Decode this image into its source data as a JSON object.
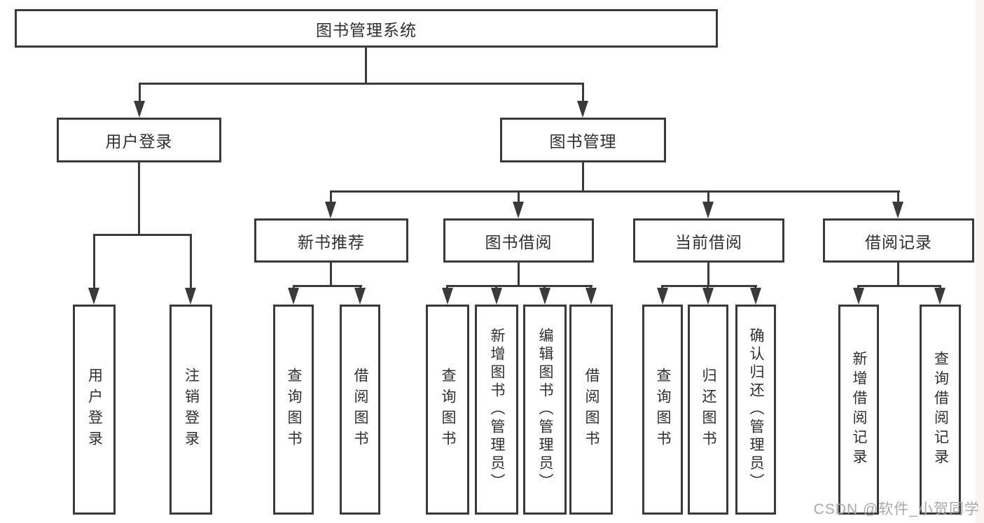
{
  "diagram": {
    "title": "图书管理系统",
    "root": {
      "label": "图书管理系统"
    },
    "level2": [
      {
        "label": "用户登录"
      },
      {
        "label": "图书管理"
      }
    ],
    "level3": [
      {
        "label": "新书推荐"
      },
      {
        "label": "图书借阅"
      },
      {
        "label": "当前借阅"
      },
      {
        "label": "借阅记录"
      }
    ],
    "leaves": {
      "user_login": [
        {
          "label": "用户登录"
        },
        {
          "label": "注销登录"
        }
      ],
      "new_book": [
        {
          "label": "查询图书"
        },
        {
          "label": "借阅图书"
        }
      ],
      "borrow": [
        {
          "label": "查询图书"
        },
        {
          "label": "新增图书（管理员）"
        },
        {
          "label": "编辑图书（管理员）"
        },
        {
          "label": "借阅图书"
        }
      ],
      "current": [
        {
          "label": "查询图书"
        },
        {
          "label": "归还图书"
        },
        {
          "label": "确认归还（管理员）"
        }
      ],
      "records": [
        {
          "label": "新增借阅记录"
        },
        {
          "label": "查询借阅记录"
        }
      ]
    },
    "watermark": "CSDN @软件_小贺同学",
    "colors": {
      "line": "#3a3a3a",
      "text": "#2f2f2f",
      "watermark": "#a9a9a9",
      "background": "#ffffff"
    }
  }
}
